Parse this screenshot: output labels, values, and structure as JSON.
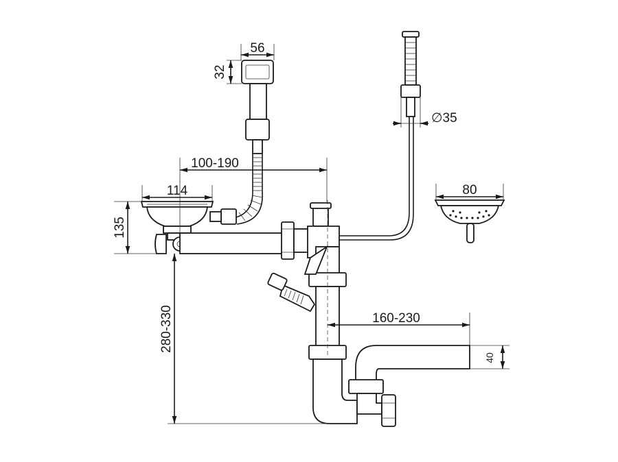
{
  "dimensions": {
    "overflow_cap_width": "56",
    "overflow_cap_height": "32",
    "connector_offset": "100-190",
    "strainer_diameter": "114",
    "sink_depth": "135",
    "drain_height": "280-330",
    "outlet_offset": "160-230",
    "outlet_diameter": "40",
    "waste_knob_diameter": "∅35",
    "basket_diameter": "80"
  },
  "colors": {
    "line": "#1a1a1a",
    "background": "#ffffff"
  }
}
